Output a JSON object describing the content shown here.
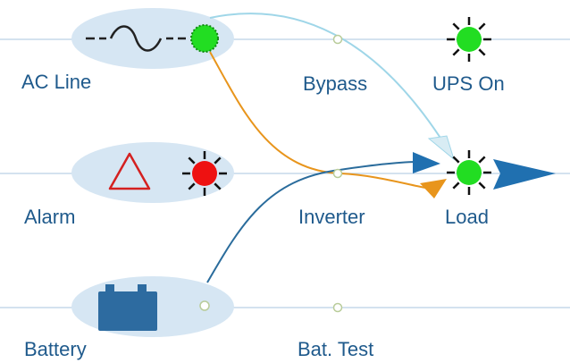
{
  "labels": {
    "ac_line": "AC Line",
    "bypass": "Bypass",
    "ups_on": "UPS On",
    "alarm": "Alarm",
    "inverter": "Inverter",
    "load": "Load",
    "battery": "Battery",
    "bat_test": "Bat. Test"
  },
  "indicators": {
    "ac_line": {
      "color": "#22dd22",
      "state": "on"
    },
    "ups_on": {
      "color": "#22dd22",
      "state": "flashing"
    },
    "alarm": {
      "color": "#ee1111",
      "state": "flashing"
    },
    "load": {
      "color": "#22dd22",
      "state": "flashing"
    },
    "battery": {
      "color": "#ffffff",
      "state": "off"
    }
  },
  "colors": {
    "bubble": "#d6e6f3",
    "line": "#c5d8ea",
    "blue_path": "#2a6c9c",
    "orange_path": "#e8951c",
    "light_path": "#9fd6e8",
    "arrow": "#2070b0",
    "label_text": "#1f5a8c"
  },
  "icons": {
    "ac_line": "ac-sine-wave-icon",
    "alarm": "warning-triangle-icon",
    "battery": "battery-icon",
    "load_output": "output-arrow-icon"
  }
}
